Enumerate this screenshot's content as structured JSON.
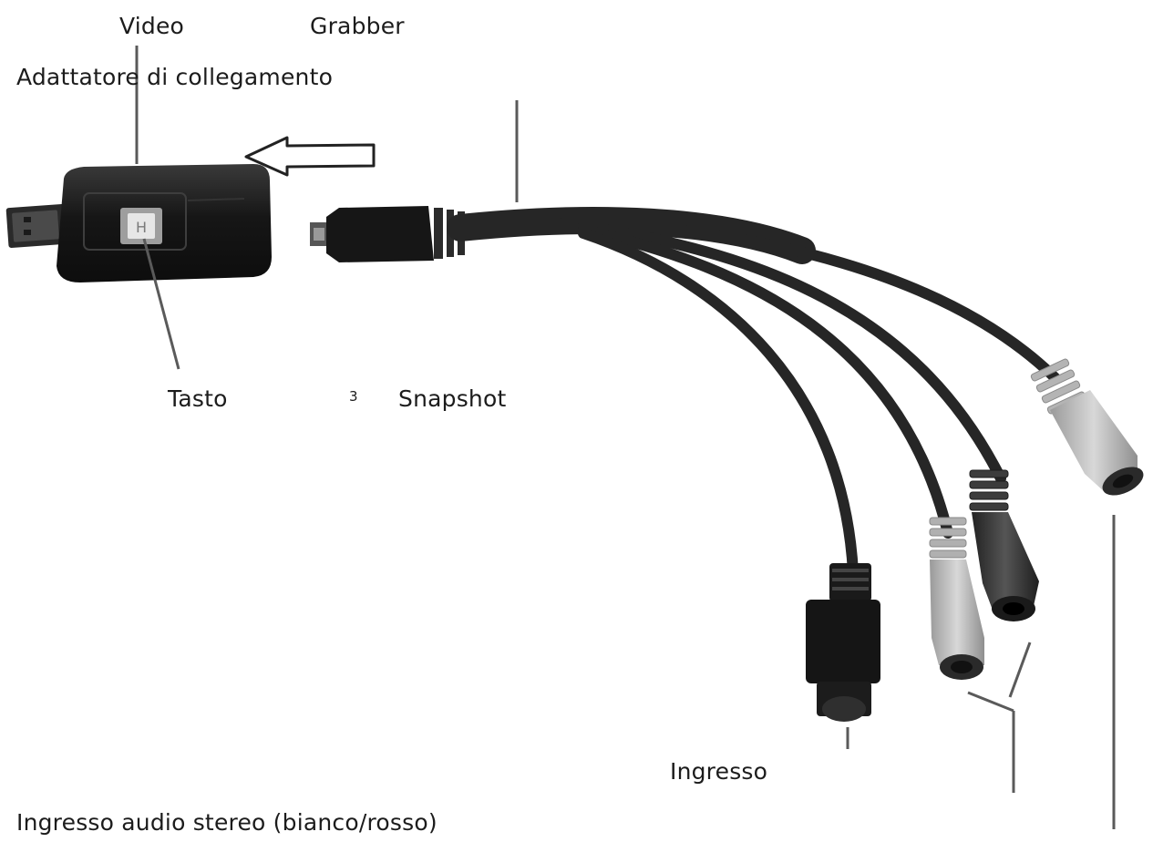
{
  "labels": {
    "video": "Video",
    "grabber": "Grabber",
    "adapter": "Adattatore di collegamento",
    "button": "Tasto",
    "footnote_mark": "3",
    "snapshot": "Snapshot",
    "input": "Ingresso",
    "stereo_audio": "Ingresso audio stereo (bianco/rosso)"
  },
  "colors": {
    "device_body": "#1b1b1b",
    "cable": "#262626",
    "plug_light": "#bdbdbd",
    "plug_dark": "#3a3a3a",
    "leader_line": "#555555"
  }
}
